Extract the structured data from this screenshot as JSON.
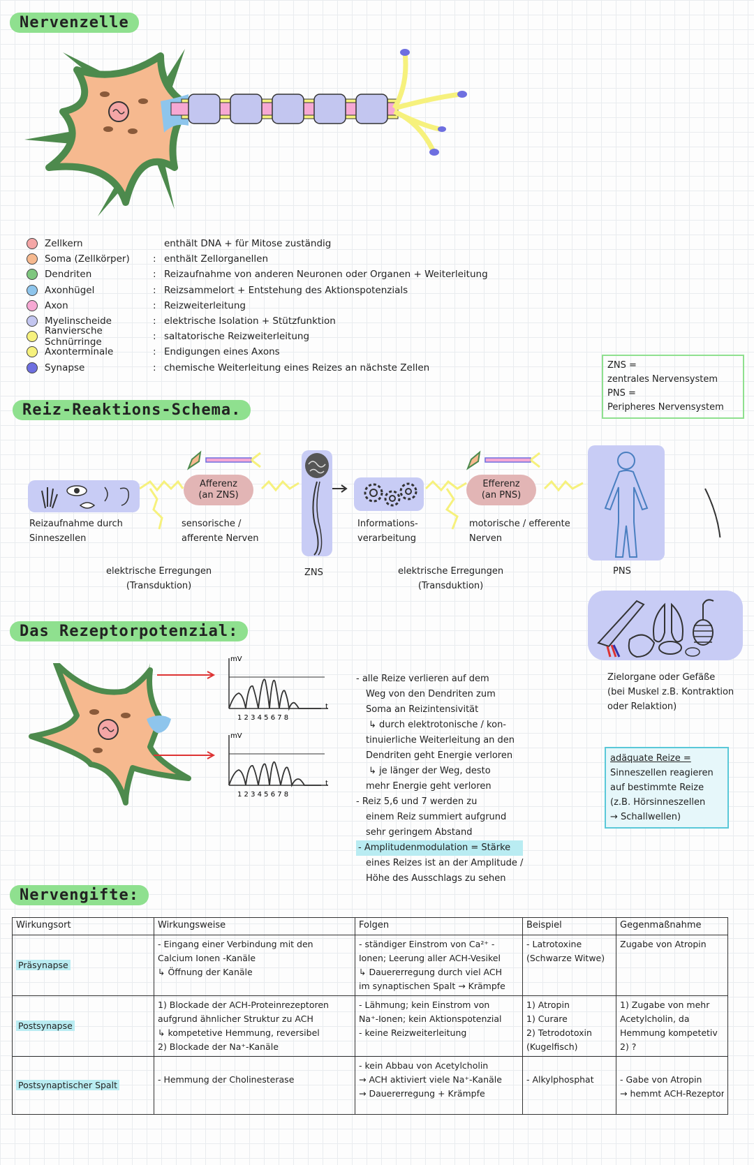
{
  "sections": {
    "nervenzelle": "Nervenzelle",
    "reiz": "Reiz-Reaktions-Schema.",
    "rezeptor": "Das Rezeptorpotenzial:",
    "gifte": "Nervengifte:"
  },
  "legend": [
    {
      "color": "#f4a6a6",
      "name": "Zellkern",
      "colon": "",
      "desc": "enthält DNA + für Mitose zuständig"
    },
    {
      "color": "#f6b98f",
      "name": "Soma (Zellkörper)",
      "colon": ":",
      "desc": "enthält Zellorganellen"
    },
    {
      "color": "#7fc77f",
      "name": "Dendriten",
      "colon": ":",
      "desc": "Reizaufnahme von anderen Neuronen oder Organen + Weiterleitung"
    },
    {
      "color": "#8ec5ec",
      "name": "Axonhügel",
      "colon": ":",
      "desc": "Reizsammelort + Entstehung des Aktionspotenzials"
    },
    {
      "color": "#f6a8d3",
      "name": "Axon",
      "colon": ":",
      "desc": "Reizweiterleitung"
    },
    {
      "color": "#c3c6f0",
      "name": "Myelinscheide",
      "colon": ":",
      "desc": "elektrische Isolation + Stützfunktion"
    },
    {
      "color": "#f6f17d",
      "name": "Ranviersche Schnürringe",
      "colon": ":",
      "desc": "saltatorische Reizweiterleitung"
    },
    {
      "color": "#f6f17d",
      "name": "Axonterminale",
      "colon": ":",
      "desc": "Endigungen eines Axons"
    },
    {
      "color": "#6e6fe0",
      "name": "Synapse",
      "colon": ":",
      "desc": "chemische Weiterleitung eines Reizes an nächste Zellen"
    }
  ],
  "zns_box": [
    "ZNS =",
    "zentrales Nervensystem",
    "PNS =",
    "Peripheres Nervensystem"
  ],
  "schema": {
    "reizaufnahme": [
      "Reizaufnahme durch",
      "Sinneszellen"
    ],
    "afferenz_pill": [
      "Afferenz",
      "(an ZNS)"
    ],
    "afferenz_label": [
      "sensorische /",
      "afferente Nerven"
    ],
    "zns": "ZNS",
    "info": [
      "Informations-",
      "verarbeitung"
    ],
    "efferenz_pill": [
      "Efferenz",
      "(an PNS)"
    ],
    "efferenz_label": [
      "motorische / efferente",
      "Nerven"
    ],
    "pns": "PNS",
    "elektrisch1": [
      "elektrische Erregungen",
      "(Transduktion)"
    ],
    "elektrisch2": [
      "elektrische Erregungen",
      "(Transduktion)"
    ],
    "ziel": [
      "Zielorgane oder Gefäße",
      "(bei Muskel z.B. Kontraktion",
      "oder Relaktion)"
    ]
  },
  "graphs": {
    "ylabel": "mV",
    "xlabel": "t",
    "ticks1": "1 2 3 4 5 6 7 8",
    "ticks2": "1 2 3 4   5 6 7 8"
  },
  "rezeptor_text": [
    "- alle Reize verlieren auf dem",
    "Weg von den Dendriten zum",
    "Soma an Reizintensivität",
    "↳ durch elektrotonische / kon-",
    "tinuierliche Weiterleitung an den",
    "Dendriten geht Energie verloren",
    "↳ je länger der Weg, desto",
    "mehr Energie geht verloren",
    "- Reiz 5,6 und 7 werden zu",
    "einem Reiz summiert aufgrund",
    "sehr geringem Abstand",
    "- Amplitudenmodulation = Stärke",
    "eines Reizes ist an der Amplitude /",
    "Höhe des Ausschlags zu sehen"
  ],
  "adaequat": [
    "adäquate Reize =",
    "Sinneszellen reagieren",
    "auf bestimmte Reize",
    "(z.B. Hörsinneszellen",
    "→ Schallwellen)"
  ],
  "table": {
    "headers": [
      "Wirkungsort",
      "Wirkungsweise",
      "Folgen",
      "Beispiel",
      "Gegenmaßnahme"
    ],
    "rows": [
      {
        "ort": "Präsynapse",
        "weise": [
          "- Eingang einer Verbindung mit den",
          "Calcium Ionen -Kanäle",
          "↳ Öffnung der Kanäle"
        ],
        "folgen": [
          "- ständiger Einstrom von Ca²⁺ -",
          "Ionen; Leerung aller ACH-Vesikel",
          "↳ Dauererregung durch viel ACH",
          "im synaptischen Spalt → Krämpfe"
        ],
        "beispiel": [
          "- Latrotoxine",
          "(Schwarze Witwe)"
        ],
        "gegen": [
          "Zugabe von Atropin"
        ]
      },
      {
        "ort": "Postsynapse",
        "weise": [
          "1) Blockade der ACH-Proteinrezeptoren",
          "aufgrund ähnlicher Struktur zu ACH",
          "↳ kompetetive Hemmung, reversibel",
          "2) Blockade der Na⁺-Kanäle"
        ],
        "folgen": [
          "- Lähmung; kein Einstrom von",
          "Na⁺-Ionen; kein Aktionspotenzial",
          "- keine Reizweiterleitung"
        ],
        "beispiel": [
          "1) Atropin",
          "1) Curare",
          "2) Tetrodotoxin",
          "(Kugelfisch)"
        ],
        "gegen": [
          "1) Zugabe von mehr",
          "Acetylcholin, da",
          "Hemmung kompetetiv",
          "2) ?"
        ]
      },
      {
        "ort": "Postsynaptischer Spalt",
        "weise": [
          "",
          "- Hemmung der Cholinesterase"
        ],
        "folgen": [
          "- kein Abbau von Acetylcholin",
          "→ ACH aktiviert viele Na⁺-Kanäle",
          "→ Dauererregung + Krämpfe"
        ],
        "beispiel": [
          "",
          "- Alkylphosphat"
        ],
        "gegen": [
          "",
          "- Gabe von Atropin",
          "→ hemmt ACH-Rezeptor"
        ]
      }
    ]
  }
}
